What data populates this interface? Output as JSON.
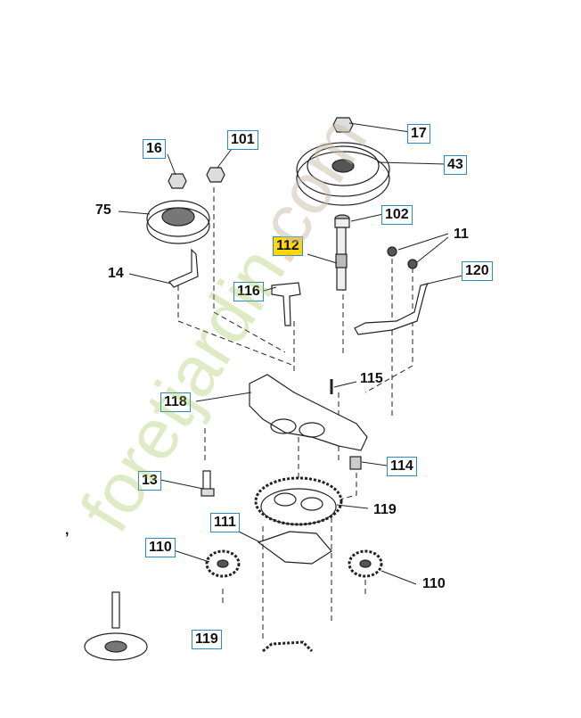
{
  "diagram": {
    "callouts": {
      "c16": "16",
      "c101": "101",
      "c17": "17",
      "c43": "43",
      "c102": "102",
      "c11": "11",
      "c75": "75",
      "c112": "112",
      "c120": "120",
      "c14": "14",
      "c116": "116",
      "c115": "115",
      "c118": "118",
      "c114": "114",
      "c13": "13",
      "c119a": "119",
      "c111": "111",
      "c110a": "110",
      "c110b": "110",
      "c119b": "119",
      "stray": ","
    },
    "highlighted_part": "112",
    "colors": {
      "callout_border": "#2b8cc4",
      "highlight": "#ffd60a",
      "line": "#222222"
    }
  },
  "watermark": {
    "prefix": "foretjardin",
    "dot": ".",
    "suffix": "com"
  }
}
